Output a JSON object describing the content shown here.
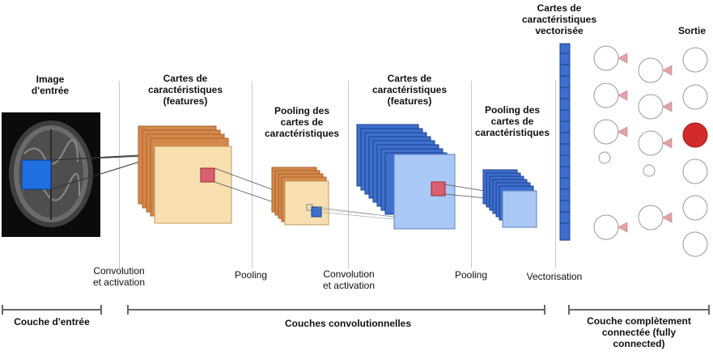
{
  "labels": {
    "input_image": "Image\nd'entrée",
    "feature_maps_1": "Cartes de\ncaractéristiques\n(features)",
    "pooling_1": "Pooling des\ncartes de\ncaractéristiques",
    "feature_maps_2": "Cartes de\ncaractéristiques\n(features)",
    "pooling_2": "Pooling des\ncartes de\ncaractéristiques",
    "vectorized": "Cartes de\ncaractéristiques\nvectorisée",
    "output": "Sortie"
  },
  "steps": {
    "conv1": "Convolution\net activation",
    "pool1": "Pooling",
    "conv2": "Convolution\net activation",
    "pool2": "Pooling",
    "vectorization": "Vectorisation"
  },
  "sections": {
    "input_layer": "Couche d'entrée",
    "conv_layers": "Couches convolutionnelles",
    "fc_layer": "Couche complètement\nconnectée (fully\nconnected)"
  },
  "colors": {
    "orange_dark": "#d4884a",
    "orange_light": "#f7dfb0",
    "blue_dark": "#3d6fcf",
    "blue_light": "#a9c8f5",
    "red_window": "#d9606e",
    "output_active": "#d32b2b",
    "arrow_pink": "#e3a3a8"
  }
}
